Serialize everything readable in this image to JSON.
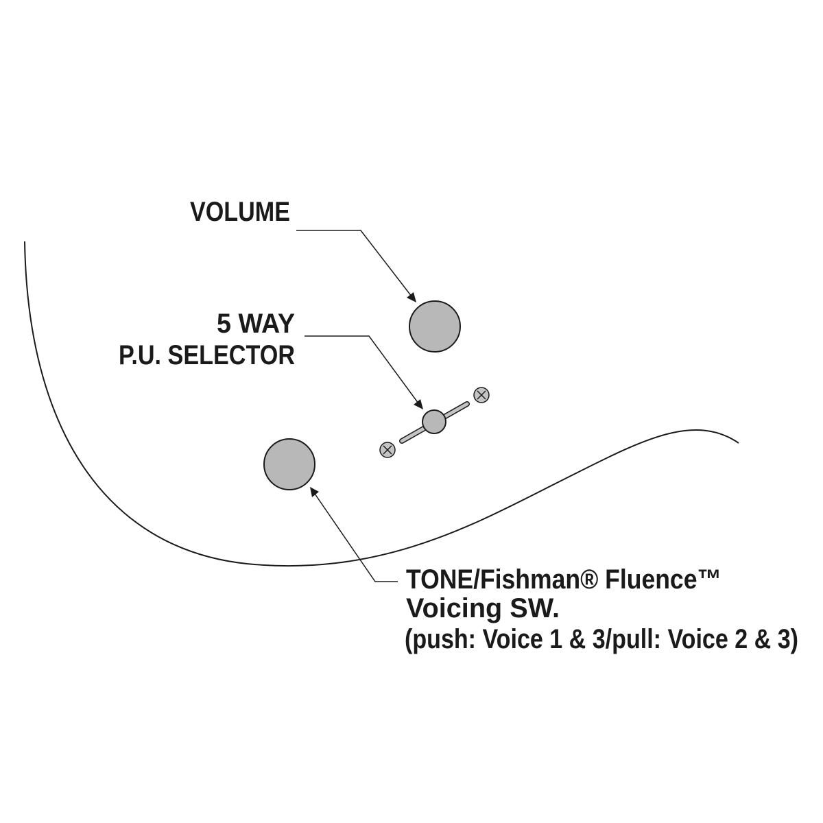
{
  "labels": {
    "volume": "VOLUME",
    "selector_line1": "5 WAY",
    "selector_line2": "P.U. SELECTOR",
    "tone_line1": "TONE/Fishman® Fluence™",
    "tone_line2": "Voicing SW.",
    "tone_line3": "(push: Voice 1 & 3/pull: Voice 2 & 3)"
  },
  "colors": {
    "knob_fill": "#b8b8b8",
    "line": "#1a1a1a",
    "background": "#ffffff"
  }
}
